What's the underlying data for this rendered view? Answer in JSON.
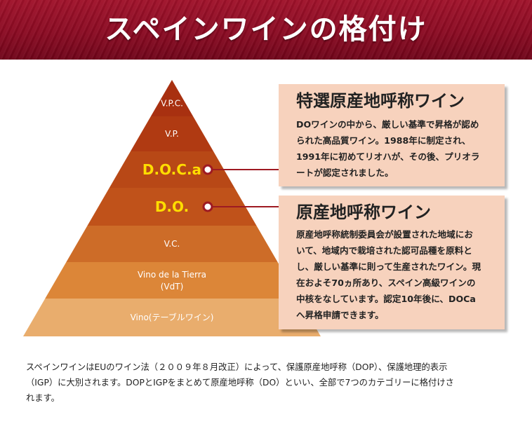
{
  "header": {
    "title": "スペインワインの格付け"
  },
  "pyramid": {
    "tiers": [
      {
        "label": "V.P.C.",
        "color": "#a83010",
        "highlight": false
      },
      {
        "label": "V.P.",
        "color": "#b03a12",
        "highlight": false
      },
      {
        "label": "D.O.C.a",
        "color": "#b84816",
        "highlight": true
      },
      {
        "label": "D.O.",
        "color": "#c0521a",
        "highlight": true
      },
      {
        "label": "V.C.",
        "color": "#cd6c28",
        "highlight": false
      },
      {
        "label_line1": "Vino de la Tierra",
        "label_line2": "(VdT)",
        "color": "#dc8638",
        "highlight": false
      },
      {
        "label": "Vino(テーブルワイン)",
        "color": "#e9ad6d",
        "highlight": false
      }
    ],
    "highlight_text_color": "#ffdd00",
    "connector_color": "#9e1a22"
  },
  "boxes": [
    {
      "title": "特選原産地呼称ワイン",
      "lines": [
        "DOワインの中から、厳しい基準で昇格が認め",
        "られた高品質ワイン。1988年に制定され、",
        "1991年に初めてリオハが、その後、プリオラ",
        "ートが認定されました。"
      ]
    },
    {
      "title": "原産地呼称ワイン",
      "lines": [
        "原産地呼称統制委員会が設置された地域にお",
        "いて、地域内で栽培された認可品種を原料と",
        "し、厳しい基準に則って生産されたワイン。現",
        "在およそ70ヵ所あり、スペイン高級ワインの",
        "中核をなしています。認定10年後に、DOCa",
        "へ昇格申請できます。"
      ]
    }
  ],
  "footer": {
    "lines": [
      "スペインワインはEUのワイン法（２００９年８月改正）によって、保護原産地呼称（DOP）、保護地理的表示",
      "（IGP）に大別されます。DOPとIGPをまとめて原産地呼称（DO）といい、全部で7つのカテゴリーに格付けさ",
      "れます。"
    ]
  }
}
